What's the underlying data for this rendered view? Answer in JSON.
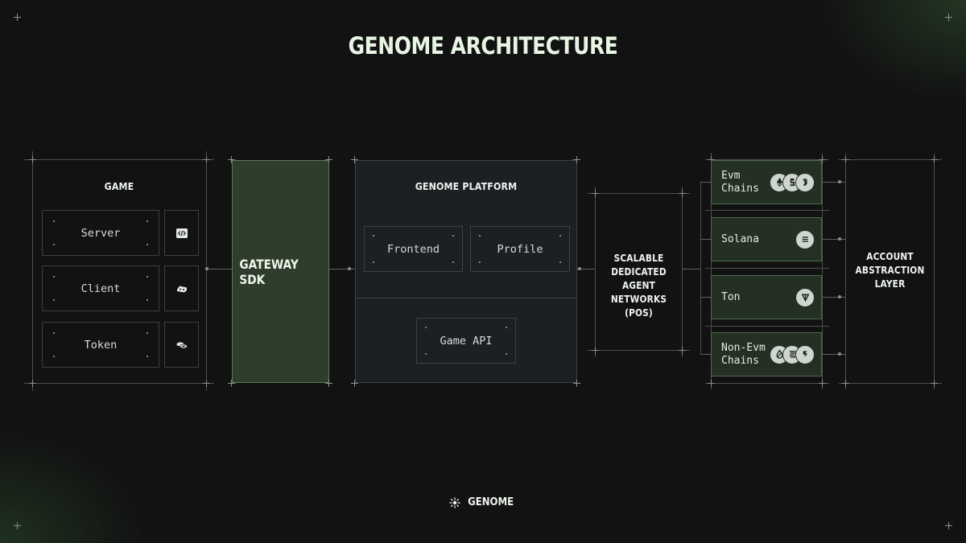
{
  "title": "GENOME ARCHITECTURE",
  "game": {
    "label": "GAME",
    "items": [
      {
        "label": "Server",
        "icon": "code-icon"
      },
      {
        "label": "Client",
        "icon": "gamepad-icon"
      },
      {
        "label": "Token",
        "icon": "coins-icon"
      }
    ]
  },
  "gateway": {
    "label": "GATEWAY SDK"
  },
  "platform": {
    "label": "GENOME PLATFORM",
    "frontend": "Frontend",
    "profile": "Profile",
    "game_api": "Game API"
  },
  "agent_networks": {
    "line1": "SCALABLE",
    "line2": "DEDICATED AGENT",
    "line3": "NETWORKS (POS)"
  },
  "chains": [
    {
      "line1": "Evm",
      "line2": "Chains",
      "icons": [
        "ethereum-icon",
        "bnb-icon",
        "base-icon"
      ]
    },
    {
      "line1": "Solana",
      "line2": "",
      "icons": [
        "solana-icon"
      ]
    },
    {
      "line1": "Ton",
      "line2": "",
      "icons": [
        "ton-icon"
      ]
    },
    {
      "line1": "Non-Evm",
      "line2": "Chains",
      "icons": [
        "drop-icon",
        "stack-icon",
        "chain-icon"
      ]
    }
  ],
  "account_layer": {
    "line1": "ACCOUNT",
    "line2": "ABSTRACTION",
    "line3": "LAYER"
  },
  "footer": {
    "brand": "GENOME"
  },
  "colors": {
    "background": "#121212",
    "gateway_fill": "#2f3e2c",
    "platform_fill": "#1c2024",
    "chain_fill": "#233023",
    "accent_text": "#e9f5e4"
  }
}
